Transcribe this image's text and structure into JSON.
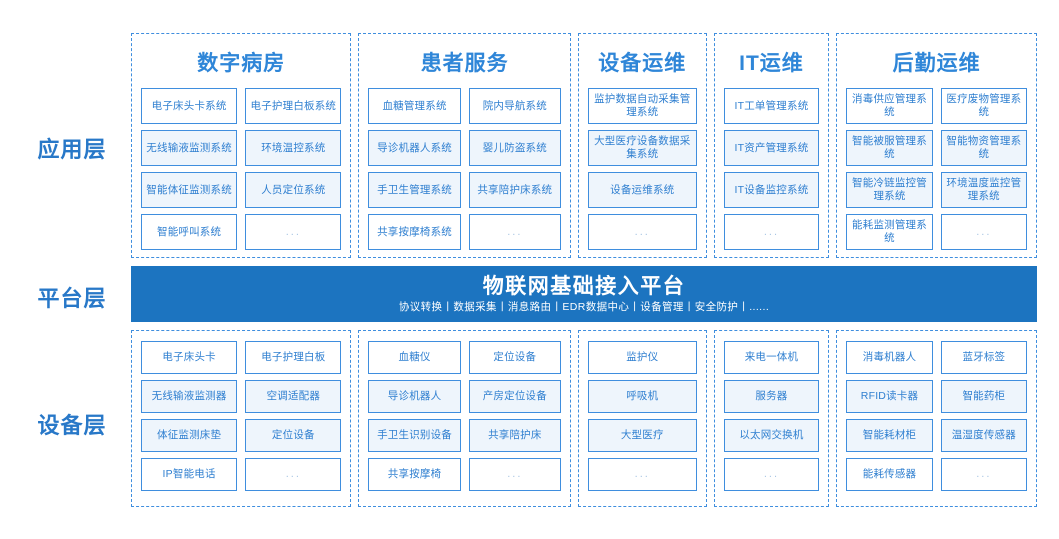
{
  "layers": {
    "application_label": "应用层",
    "platform_label": "平台层",
    "device_label": "设备层"
  },
  "platform": {
    "title": "物联网基础接入平台",
    "subtitle": "协议转换丨数据采集丨消息路由丨EDR数据中心丨设备管理丨安全防护丨......",
    "bg_color": "#1c74c0",
    "text_color": "#ffffff"
  },
  "theme": {
    "accent": "#2f86d8",
    "border": "#3f8ede",
    "tint": "#eef5fc",
    "label_color": "#2878c8",
    "ellipsis": "..."
  },
  "application": {
    "columns": [
      {
        "title": "数字病房",
        "rows": [
          [
            "电子床头卡系统",
            "电子护理白板系统"
          ],
          [
            "无线输液监测系统",
            "环境温控系统"
          ],
          [
            "智能体征监测系统",
            "人员定位系统"
          ],
          [
            "智能呼叫系统",
            "..."
          ]
        ]
      },
      {
        "title": "患者服务",
        "rows": [
          [
            "血糖管理系统",
            "院内导航系统"
          ],
          [
            "导诊机器人系统",
            "婴儿防盗系统"
          ],
          [
            "手卫生管理系统",
            "共享陪护床系统"
          ],
          [
            "共享按摩椅系统",
            "..."
          ]
        ]
      },
      {
        "title": "设备运维",
        "rows": [
          [
            "监护数据自动采集管理系统"
          ],
          [
            "大型医疗设备数据采集系统"
          ],
          [
            "设备运维系统"
          ],
          [
            "..."
          ]
        ]
      },
      {
        "title": "IT运维",
        "rows": [
          [
            "IT工单管理系统"
          ],
          [
            "IT资产管理系统"
          ],
          [
            "IT设备监控系统"
          ],
          [
            "..."
          ]
        ]
      },
      {
        "title": "后勤运维",
        "rows": [
          [
            "消毒供应管理系统",
            "医疗废物管理系统"
          ],
          [
            "智能被服管理系统",
            "智能物资管理系统"
          ],
          [
            "智能冷链监控管理系统",
            "环境温度监控管理系统"
          ],
          [
            "能耗监测管理系统",
            "..."
          ]
        ]
      }
    ]
  },
  "device": {
    "columns": [
      {
        "rows": [
          [
            "电子床头卡",
            "电子护理白板"
          ],
          [
            "无线输液监测器",
            "空调适配器"
          ],
          [
            "体征监测床垫",
            "定位设备"
          ],
          [
            "IP智能电话",
            "..."
          ]
        ]
      },
      {
        "rows": [
          [
            "血糖仪",
            "定位设备"
          ],
          [
            "导诊机器人",
            "产房定位设备"
          ],
          [
            "手卫生识别设备",
            "共享陪护床"
          ],
          [
            "共享按摩椅",
            "..."
          ]
        ]
      },
      {
        "rows": [
          [
            "监护仪"
          ],
          [
            "呼吸机"
          ],
          [
            "大型医疗"
          ],
          [
            "..."
          ]
        ]
      },
      {
        "rows": [
          [
            "来电一体机"
          ],
          [
            "服务器"
          ],
          [
            "以太网交换机"
          ],
          [
            "..."
          ]
        ]
      },
      {
        "rows": [
          [
            "消毒机器人",
            "蓝牙标签"
          ],
          [
            "RFID读卡器",
            "智能药柜"
          ],
          [
            "智能耗材柜",
            "温湿度传感器"
          ],
          [
            "能耗传感器",
            "..."
          ]
        ]
      }
    ]
  }
}
